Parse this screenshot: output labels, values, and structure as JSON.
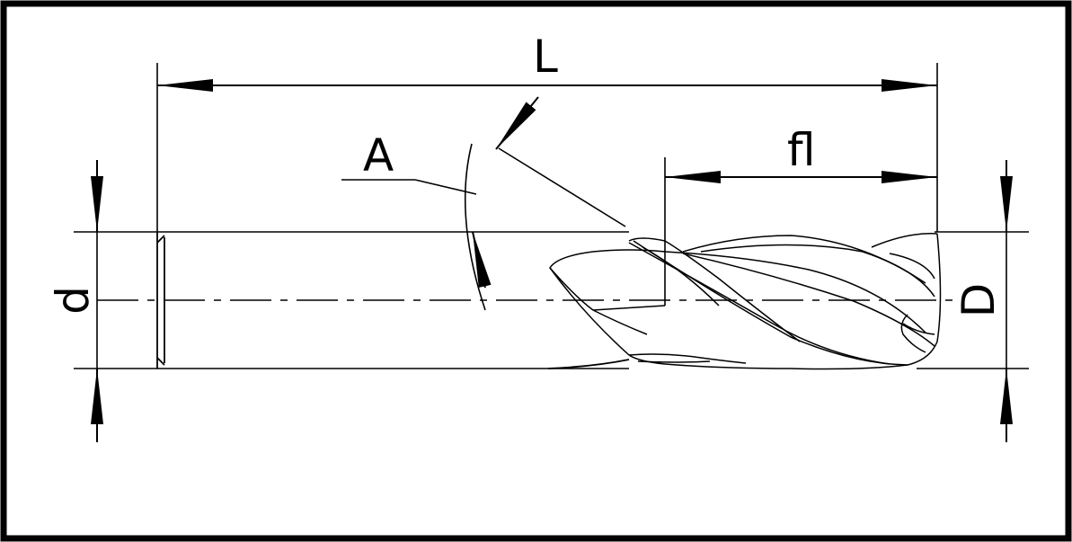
{
  "labels": {
    "overall_length": "L",
    "helix_angle": "A",
    "flute_length": "fl",
    "shank_diameter": "d",
    "cutter_diameter": "D"
  },
  "colors": {
    "line": "#000000",
    "background": "#ffffff"
  }
}
